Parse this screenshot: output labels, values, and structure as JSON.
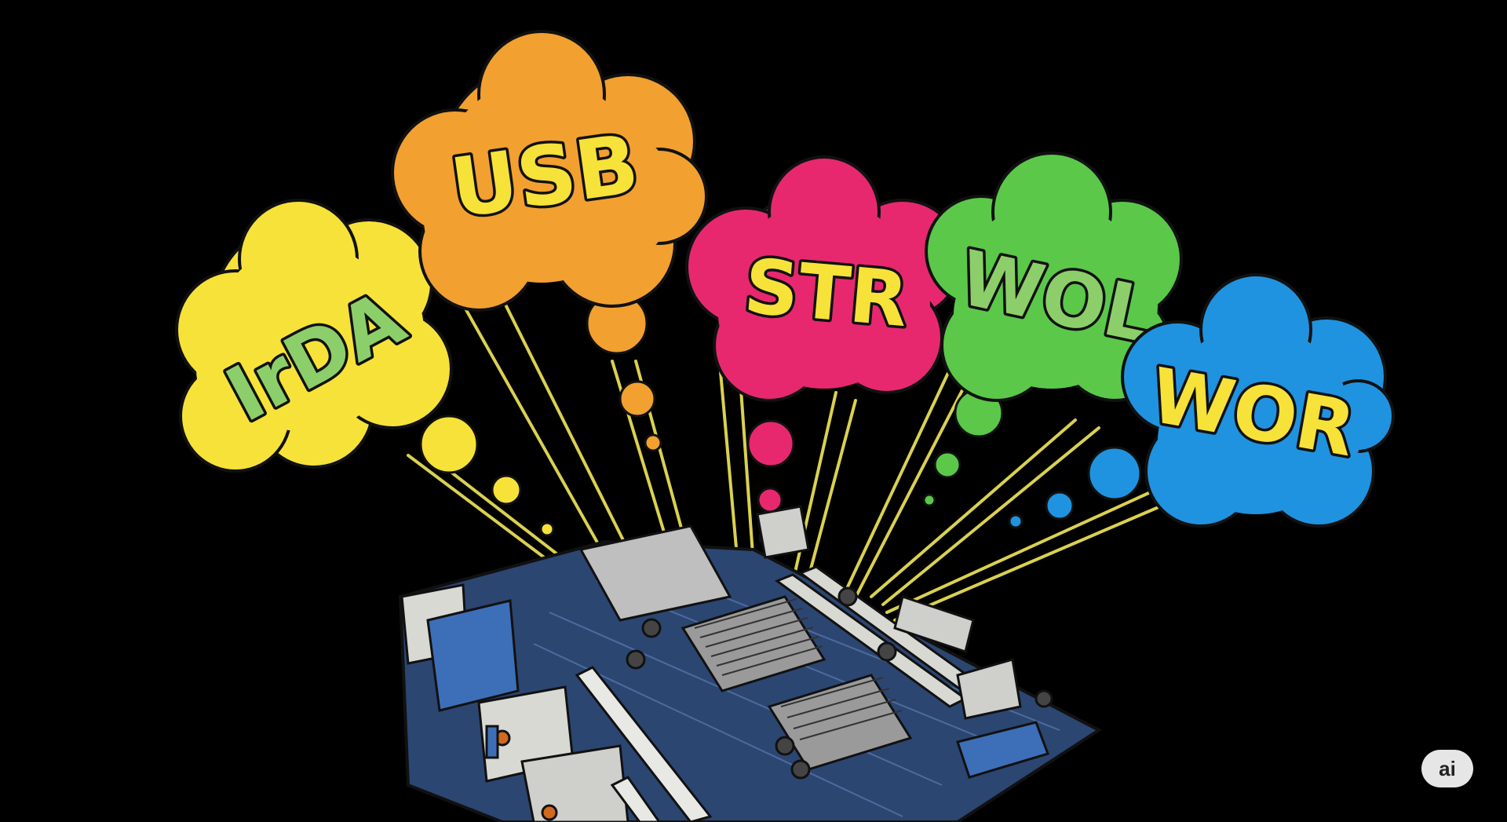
{
  "clouds": [
    {
      "label": "IrDA",
      "fill": "#f7e23a",
      "text_color": "#8ccf6a"
    },
    {
      "label": "USB",
      "fill": "#f2a030",
      "text_color": "#f7e23a"
    },
    {
      "label": "STR",
      "fill": "#e8286e",
      "text_color": "#f7e23a"
    },
    {
      "label": "WOL",
      "fill": "#5bc84a",
      "text_color": "#8ccf6a"
    },
    {
      "label": "WOR",
      "fill": "#1f93e0",
      "text_color": "#f7e23a"
    }
  ],
  "badge": {
    "label": "ai"
  },
  "colors": {
    "background": "#000000",
    "beam": "#f2e85a",
    "board": "#2c4672"
  },
  "illustration": "motherboard"
}
